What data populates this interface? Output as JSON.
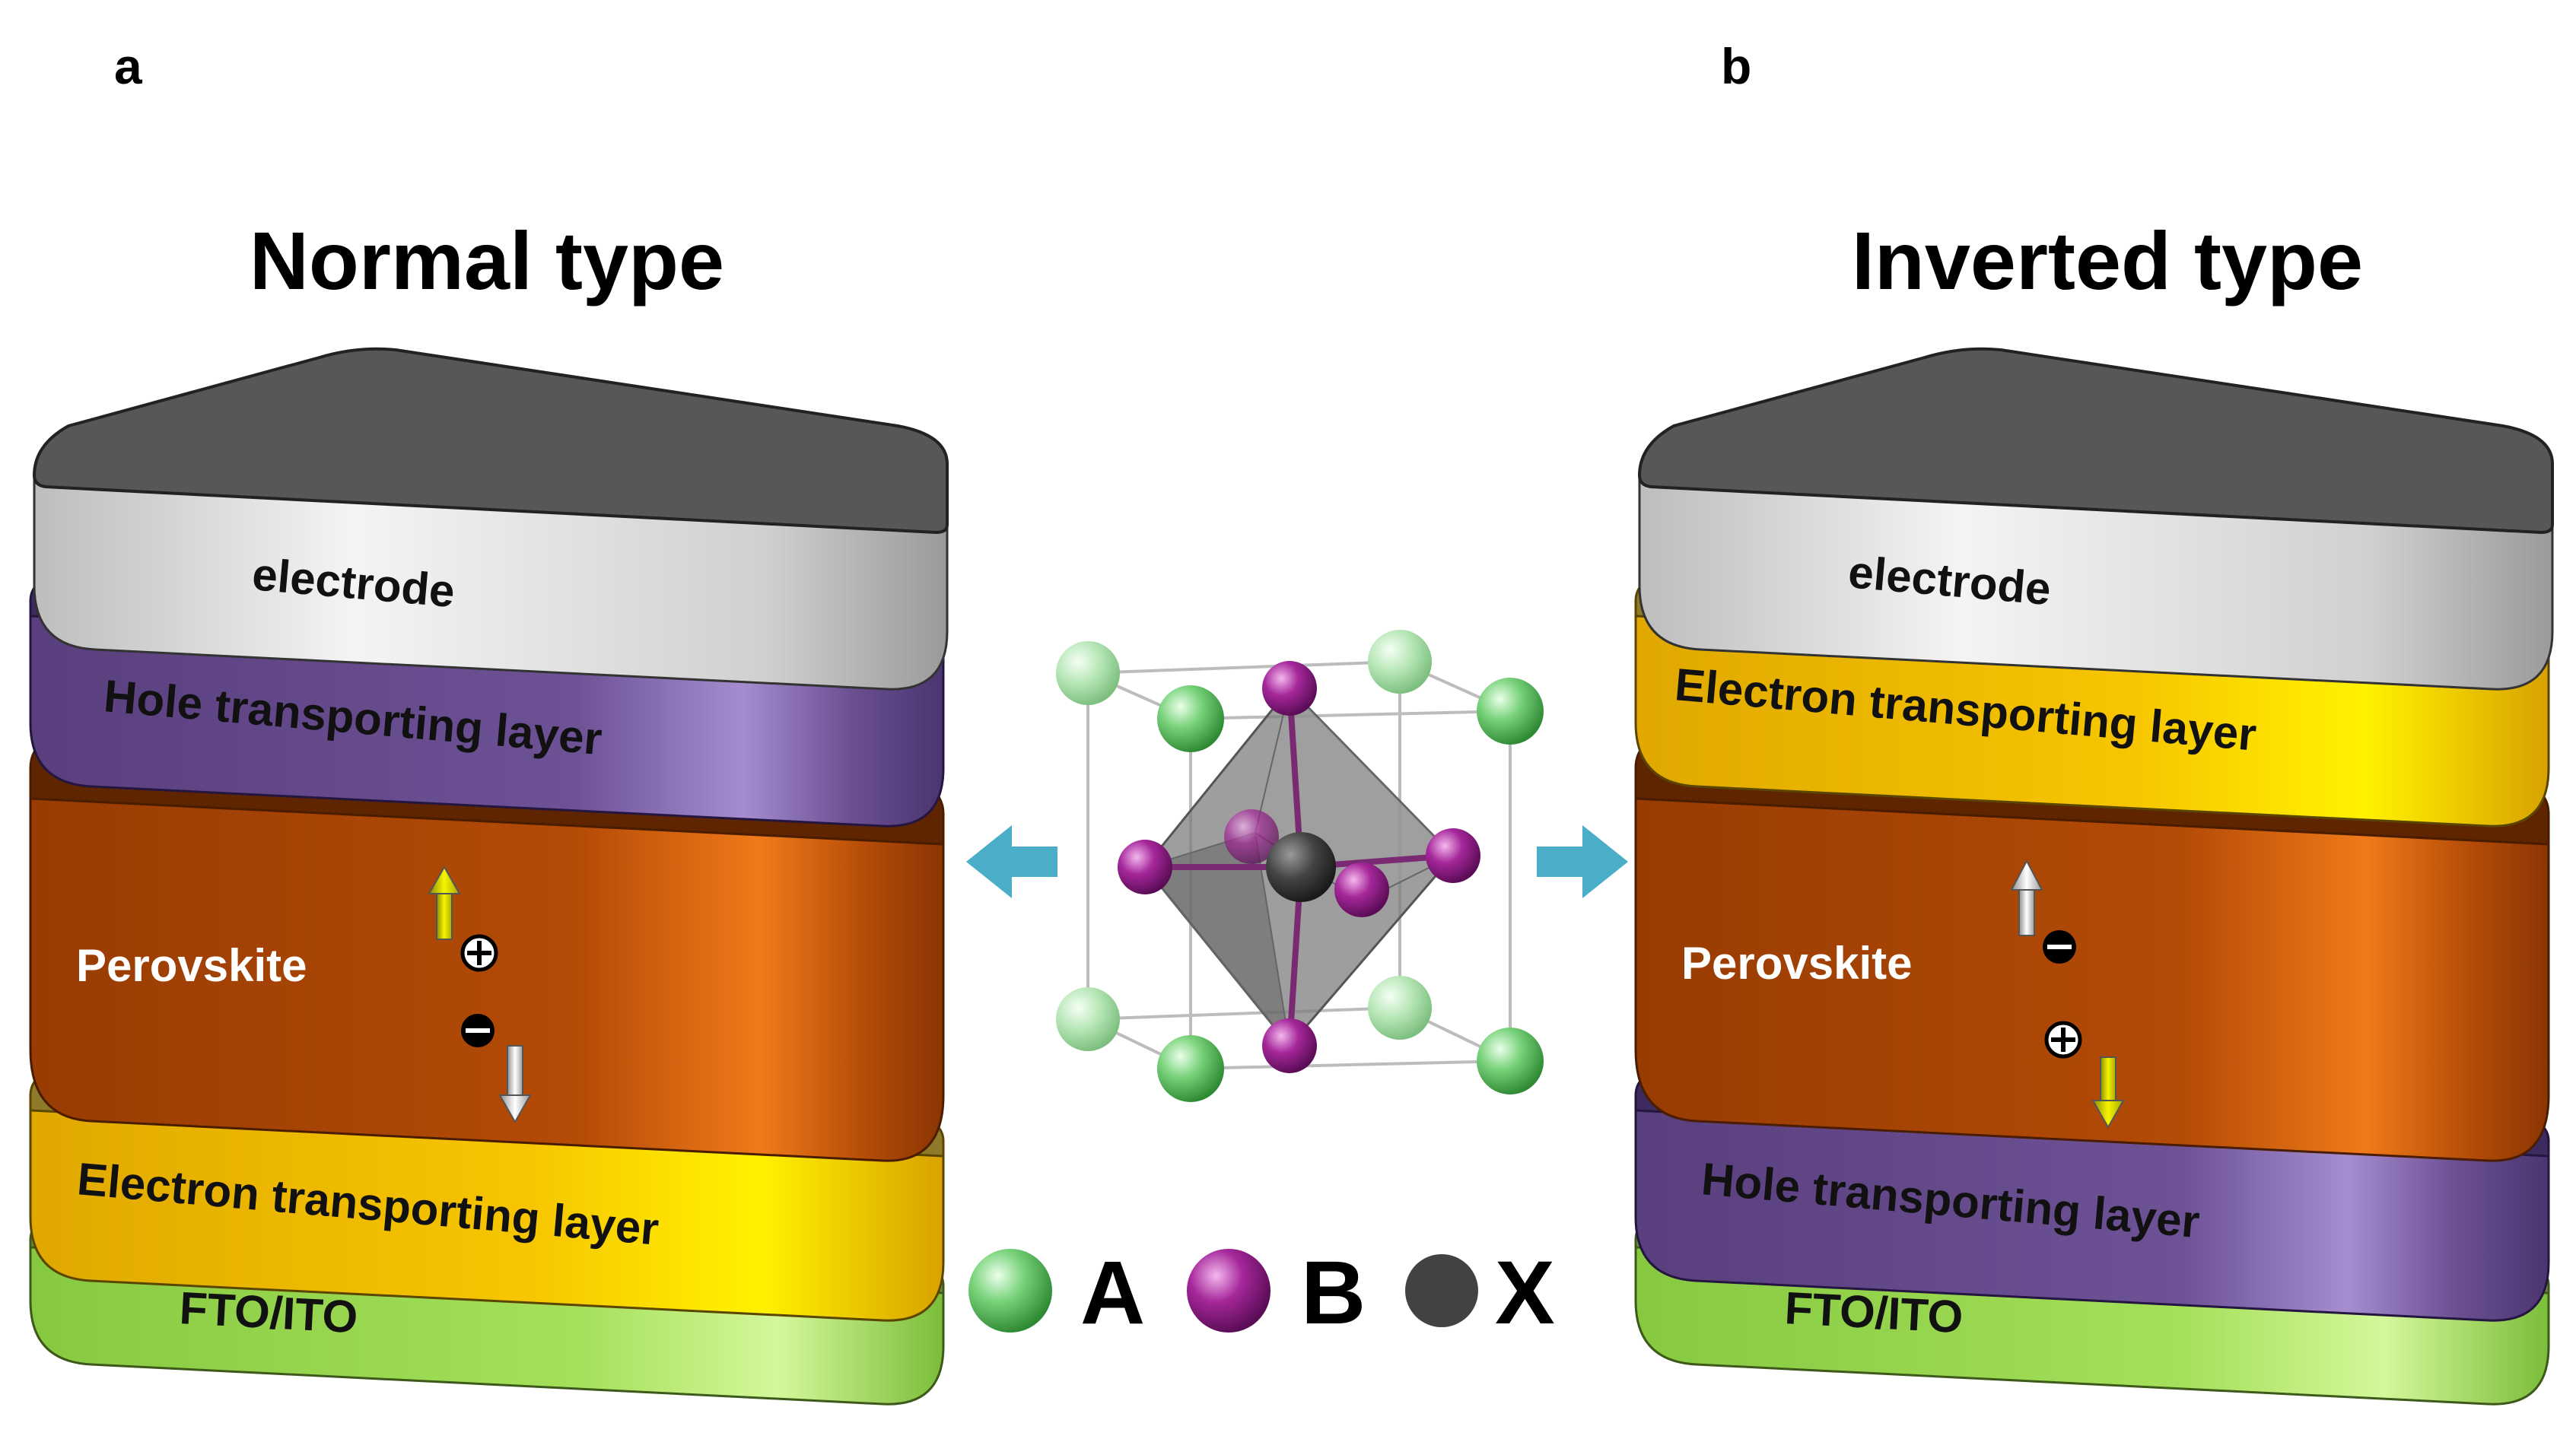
{
  "panel_labels": {
    "a": "a",
    "b": "b"
  },
  "titles": {
    "normal": "Normal type",
    "inverted": "Inverted type"
  },
  "normal": {
    "electrode": "electrode",
    "upper_transport": "Hole transporting layer",
    "perovskite": "Perovskite",
    "lower_transport": "Electron transporting layer",
    "substrate": "FTO/ITO"
  },
  "inverted": {
    "electrode": "electrode",
    "upper_transport": "Electron transporting layer",
    "perovskite": "Perovskite",
    "lower_transport": "Hole transporting layer",
    "substrate": "FTO/ITO"
  },
  "legend": {
    "a": "A",
    "b": "B",
    "x": "X"
  },
  "colors": {
    "electrode_top": "#575757",
    "electrode_side": "#dcdcdc",
    "hole_layer": "#6a4f91",
    "perovskite": "#b14a06",
    "electron_layer": "#f7c600",
    "fto": "#9ddc54",
    "atom_a": "#6fcf72",
    "atom_b": "#a52a9a",
    "atom_x": "#3e3e3e",
    "arrow": "#4aaec9"
  },
  "icons": [
    "hole-plus-icon",
    "electron-minus-icon",
    "up-arrow-icon",
    "down-arrow-icon",
    "left-arrow-icon",
    "right-arrow-icon"
  ]
}
